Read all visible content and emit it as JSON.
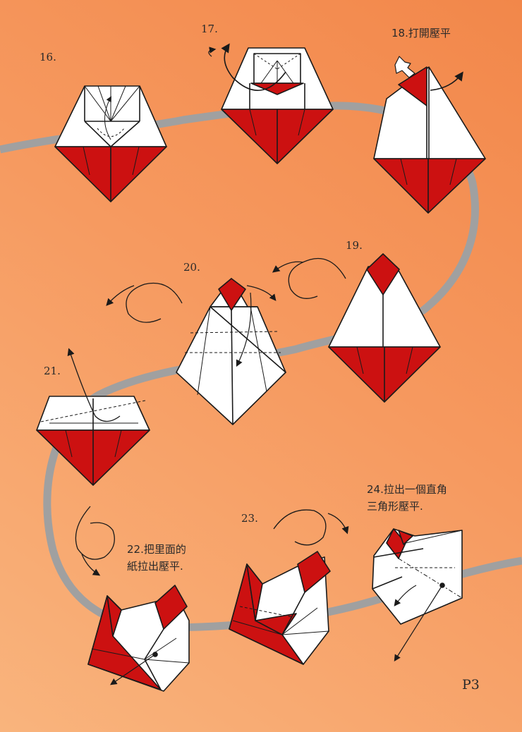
{
  "steps": {
    "s16": "16.",
    "s17": "17.",
    "s18": "18.打開壓平",
    "s19": "19.",
    "s20": "20.",
    "s21": "21.",
    "s22_line1": "22.把里面的",
    "s22_line2": "紙拉出壓平.",
    "s23": "23.",
    "s24_line1": "24.拉出一個直角",
    "s24_line2": "三角形壓平."
  },
  "page_number": "P3",
  "colors": {
    "background": "#f6995f",
    "path": "#a0a0a0",
    "paper_red": "#cc1111",
    "paper_white": "#ffffff",
    "line": "#1a1a1a"
  }
}
